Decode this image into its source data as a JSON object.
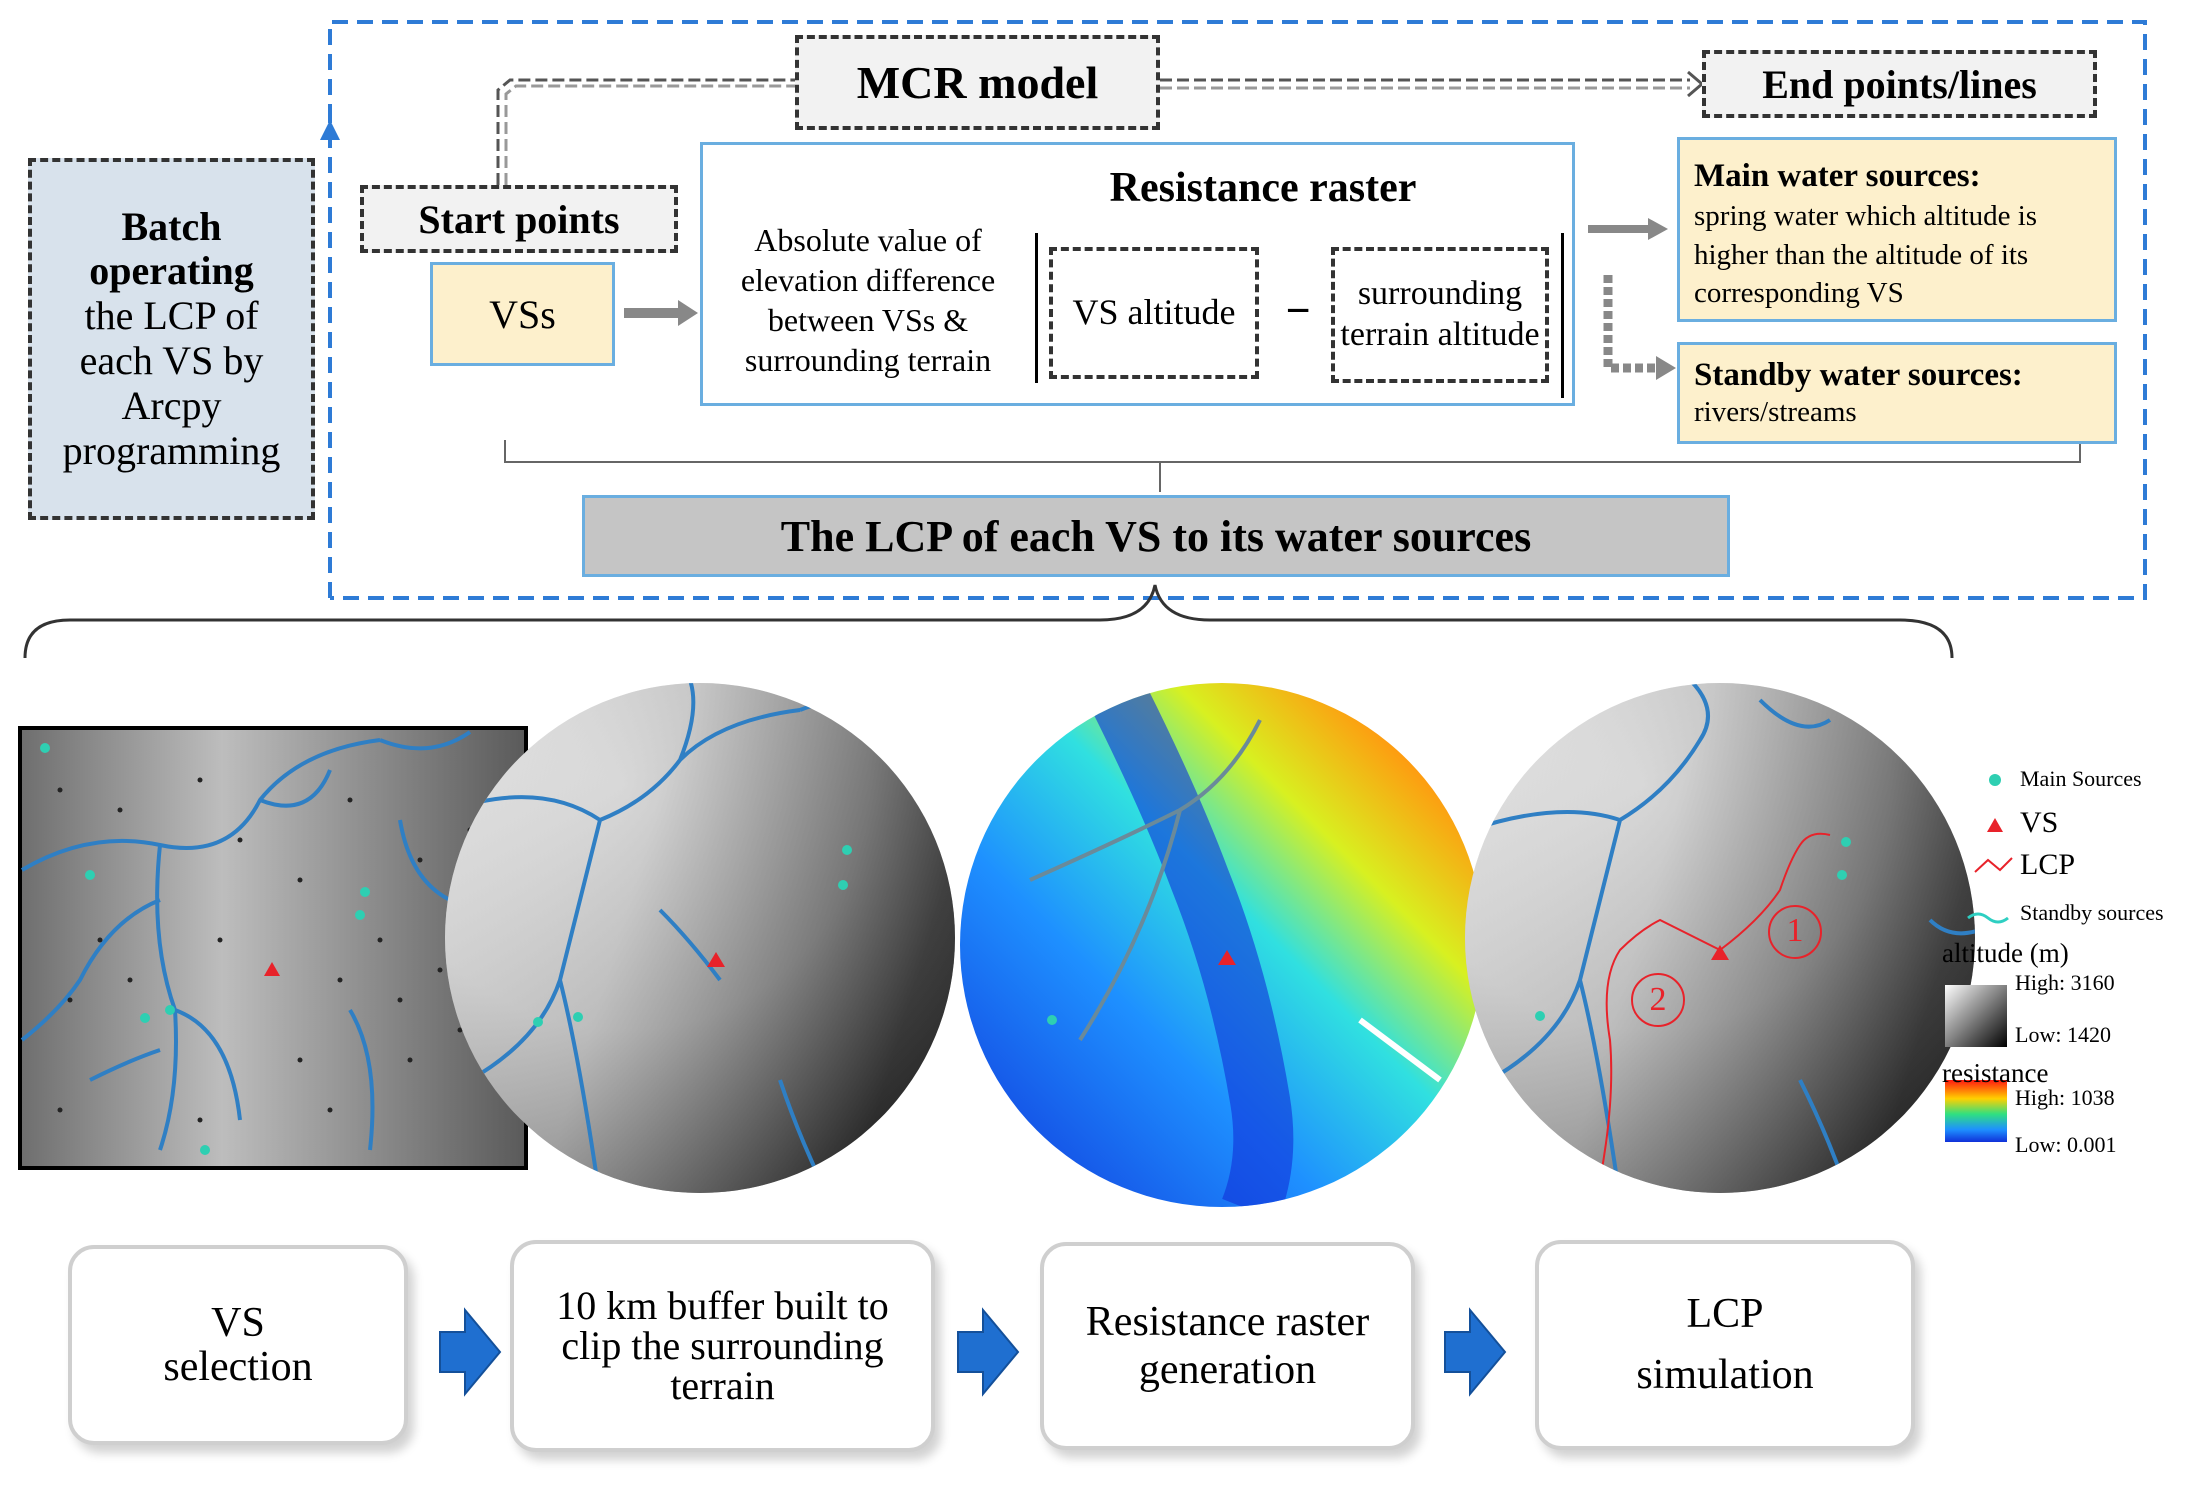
{
  "batch": {
    "bold": "Batch operating",
    "rest": "the LCP of each VS by Arcpy programming"
  },
  "mcr_model": "MCR model",
  "end_points": "End points/lines",
  "start_points": "Start points",
  "vss": "VSs",
  "resistance": {
    "title": "Resistance raster",
    "desc": "Absolute value of elevation difference between VSs & surrounding terrain",
    "vs_altitude": "VS altitude",
    "minus": "−",
    "surrounding": "surrounding terrain altitude"
  },
  "main_sources": {
    "title": "Main water sources:",
    "desc": "spring water which altitude is higher than the altitude of its corresponding VS"
  },
  "standby_sources": {
    "title": "Standby water sources:",
    "desc": "rivers/streams"
  },
  "lcp_bar": "The LCP of each VS to its water sources",
  "legend": {
    "main": "Main Sources",
    "vs": "VS",
    "lcp": "LCP",
    "standby": "Standby sources",
    "altitude_title": "altitude (m)",
    "alt_high": "High: 3160",
    "alt_low": "Low: 1420",
    "resistance_title": "resistance",
    "res_high": "High: 1038",
    "res_low": "Low: 0.001"
  },
  "route_labels": {
    "one": "1",
    "two": "2"
  },
  "steps": [
    "VS selection",
    "10 km buffer built to clip the surrounding terrain",
    "Resistance raster generation",
    "LCP simulation"
  ],
  "colors": {
    "accent_blue": "#2e7bd6",
    "cream": "#fdf0cc",
    "river": "#2f7fc4",
    "vs": "#e8222a",
    "source": "#2ecfb2"
  }
}
